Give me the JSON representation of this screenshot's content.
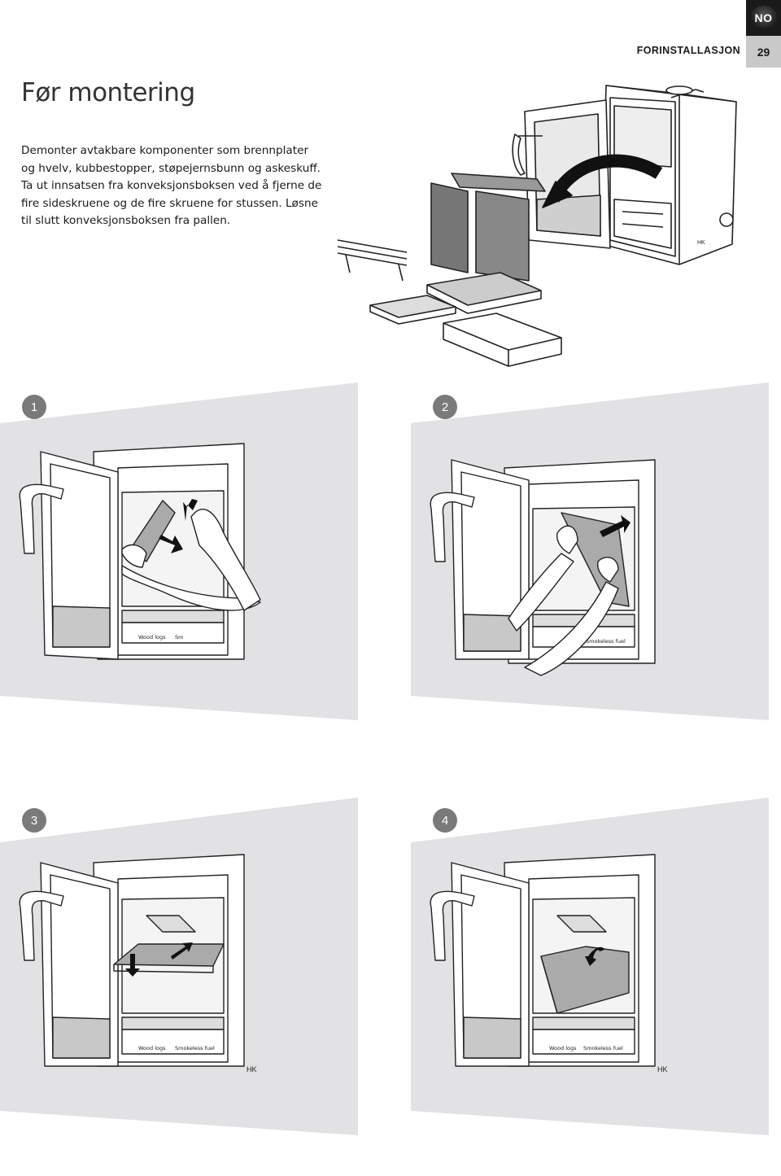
{
  "header": {
    "language_code": "NO",
    "section_title": "FORINSTALLASJON",
    "page_number": "29"
  },
  "page": {
    "title": "Før montering",
    "intro": "Demonter avtakbare komponenter som brennplater og hvelv, kubbestopper, støpejernsbunn og askeskuff. Ta ut innsatsen fra konveksjonsboksen ved å fjerne de fire sideskruene og de fire skruene for stussen. Løsne til slutt konveksjonsboksen fra pallen."
  },
  "steps": [
    {
      "number": "1",
      "label_wood": "Wood logs",
      "label_smokeless": "Sm"
    },
    {
      "number": "2",
      "label_wood": "",
      "label_smokeless": "Smokeless fuel"
    },
    {
      "number": "3",
      "label_wood": "Wood logs",
      "label_smokeless": "Smokeless fuel",
      "brand": "HK"
    },
    {
      "number": "4",
      "label_wood": "Wood logs",
      "label_smokeless": "Smokeless fuel",
      "brand": "HK"
    }
  ],
  "overview": {
    "brand": "HK"
  },
  "colors": {
    "background_panel": "#e2e2e4",
    "badge": "#7a7a7a",
    "glass": "#c8c8c8",
    "line": "#222222"
  }
}
